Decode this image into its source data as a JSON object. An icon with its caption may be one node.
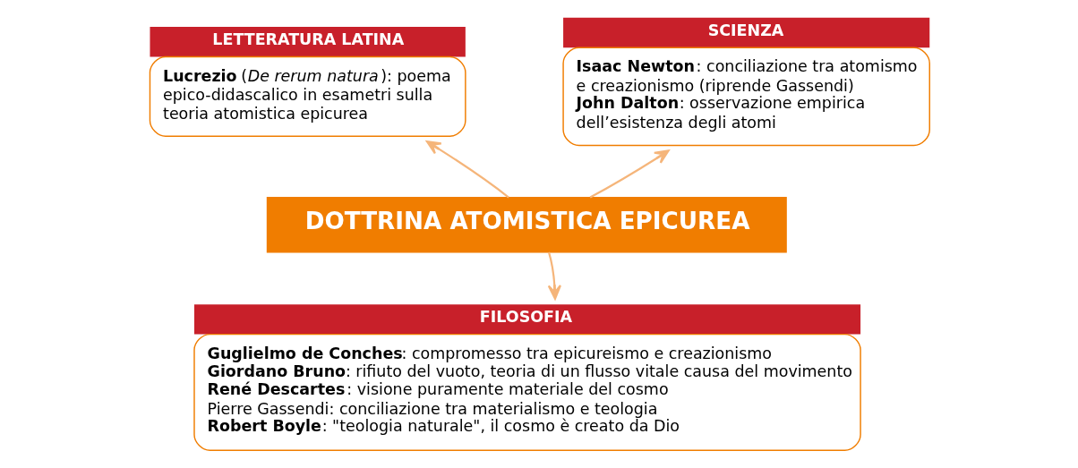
{
  "diagram": {
    "nodes": [
      {
        "text": [
          "LETTERATURA LATINA",
          "**Lucrezio** (*De rerum natura*): poema epico-didascalico in esametri sulla teoria atomistica epicurea"
        ]
      },
      {
        "text": [
          "SCIENZA",
          "**Isaac Newton**: conciliazione tra atomismo e creazionismo (riprende Gassendi)",
          "**John Dalton**: osservazione empirica dell’esistenza degli atomi"
        ]
      },
      {
        "text": [
          "DOTTRINA ATOMISTICA EPICUREA"
        ]
      },
      {
        "text": [
          "FILOSOFIA",
          "**Guglielmo de Conches**: compromesso tra epicureismo e creazionismo",
          "**Giordano Bruno**: rifiuto del vuoto, teoria di un flusso vitale causa del movimento",
          "**René Descartes**: visione puramente materiale del cosmo",
          "Pierre Gassendi: conciliazione tra materialismo e teologia",
          "**Robert Boyle**: \"teologia naturale\", il cosmo è creato da Dio"
        ]
      }
    ],
    "edges": [
      {
        "from": 2,
        "to": 0,
        "arrow": "to"
      },
      {
        "from": 2,
        "to": 1,
        "arrow": "to"
      },
      {
        "from": 2,
        "to": 3,
        "arrow": "to"
      }
    ]
  }
}
